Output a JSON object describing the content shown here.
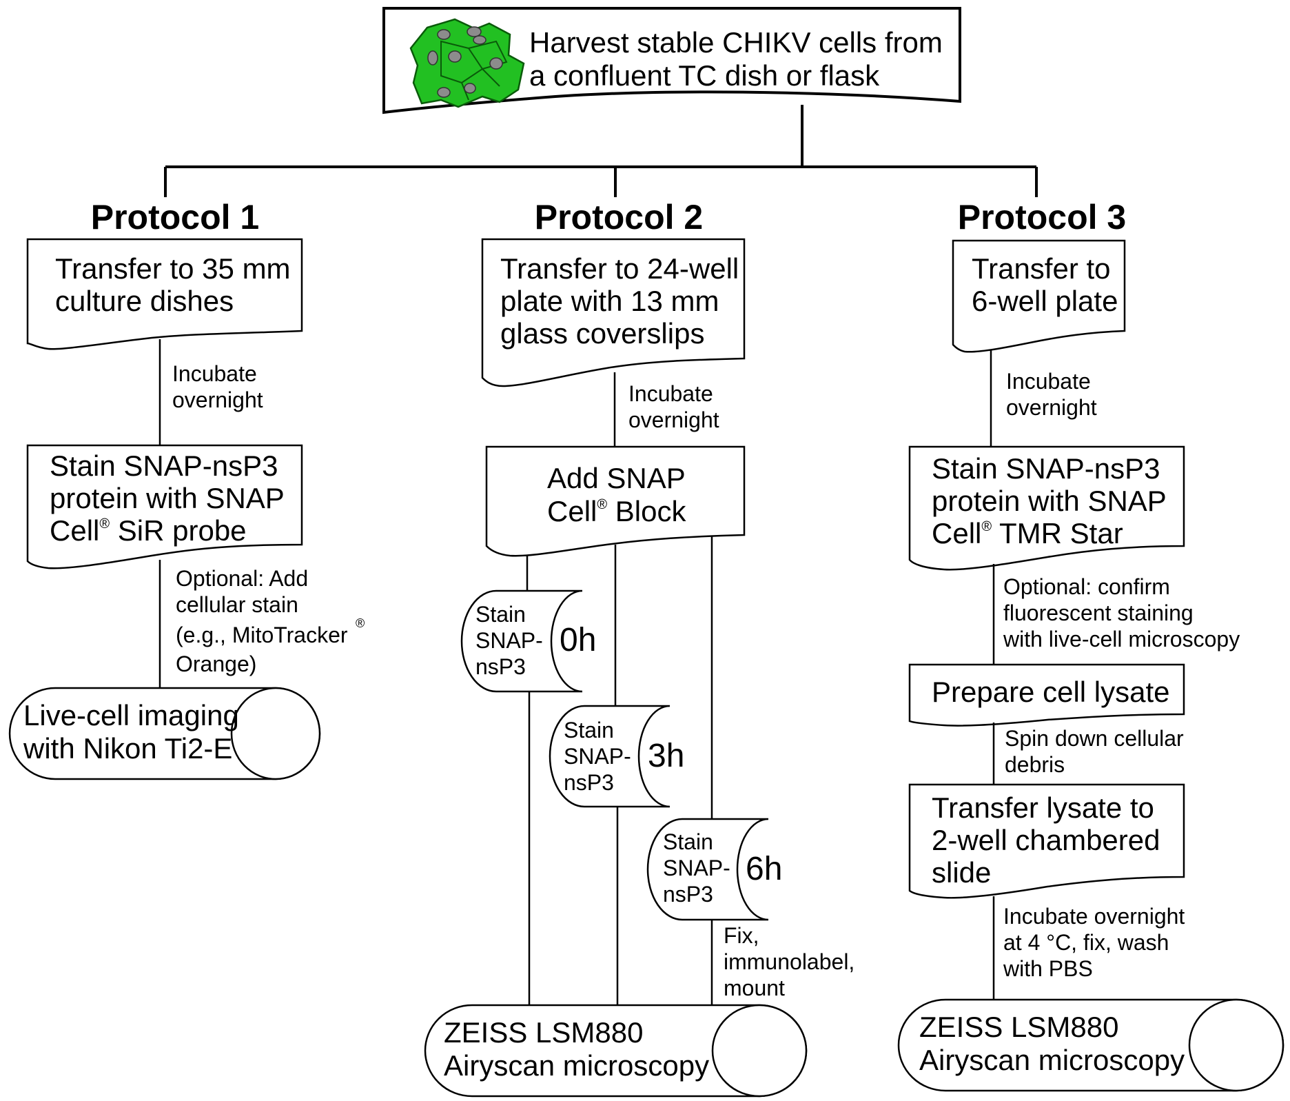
{
  "harvest": {
    "line1": "Harvest stable CHIKV cells from",
    "line2": "a confluent TC dish or flask"
  },
  "protocol1": {
    "title": "Protocol 1",
    "transfer": [
      "Transfer to 35 mm",
      "culture dishes"
    ],
    "incubate": [
      "Incubate",
      "overnight"
    ],
    "stain": {
      "line1": "Stain SNAP-nsP3",
      "line2": "protein with SNAP",
      "line3_a": "Cell",
      "line3_b": " SiR probe"
    },
    "optional": {
      "line1": "Optional: Add",
      "line2": "cellular stain",
      "line3": "(e.g., MitoTracker",
      "line4": "Orange)"
    },
    "imaging": [
      "Live-cell imaging",
      "with Nikon Ti2-E"
    ]
  },
  "protocol2": {
    "title": "Protocol 2",
    "transfer": [
      "Transfer to 24-well",
      "plate with 13 mm",
      "glass coverslips"
    ],
    "incubate": [
      "Incubate",
      "overnight"
    ],
    "block": {
      "line1": "Add SNAP",
      "line2_a": "Cell",
      "line2_b": " Block"
    },
    "stain_label": [
      "Stain",
      "SNAP-",
      "nsP3"
    ],
    "times": [
      "0h",
      "3h",
      "6h"
    ],
    "fix": [
      "Fix,",
      "immunolabel,",
      "mount"
    ],
    "imaging": [
      "ZEISS LSM880",
      "Airyscan microscopy"
    ]
  },
  "protocol3": {
    "title": "Protocol 3",
    "transfer": [
      "Transfer to",
      "6-well plate"
    ],
    "incubate": [
      "Incubate",
      "overnight"
    ],
    "stain": {
      "line1": "Stain SNAP-nsP3",
      "line2": "protein with SNAP",
      "line3_a": "Cell",
      "line3_b": " TMR Star"
    },
    "optional": [
      "Optional: confirm",
      "fluorescent staining",
      "with live-cell microscopy"
    ],
    "lysate": "Prepare cell lysate",
    "spin": [
      "Spin down cellular",
      "debris"
    ],
    "transfer_lysate": [
      "Transfer lysate to",
      "2-well chambered",
      "slide"
    ],
    "incubate_fix": [
      "Incubate overnight",
      "at 4 °C, fix, wash",
      "with PBS"
    ],
    "imaging": [
      "ZEISS LSM880",
      "Airyscan microscopy"
    ]
  },
  "registered_mark": "®",
  "colors": {
    "cell_fill": "#22c022",
    "cell_stroke": "#0a5a0a",
    "nucleus": "#8c8c8c"
  }
}
